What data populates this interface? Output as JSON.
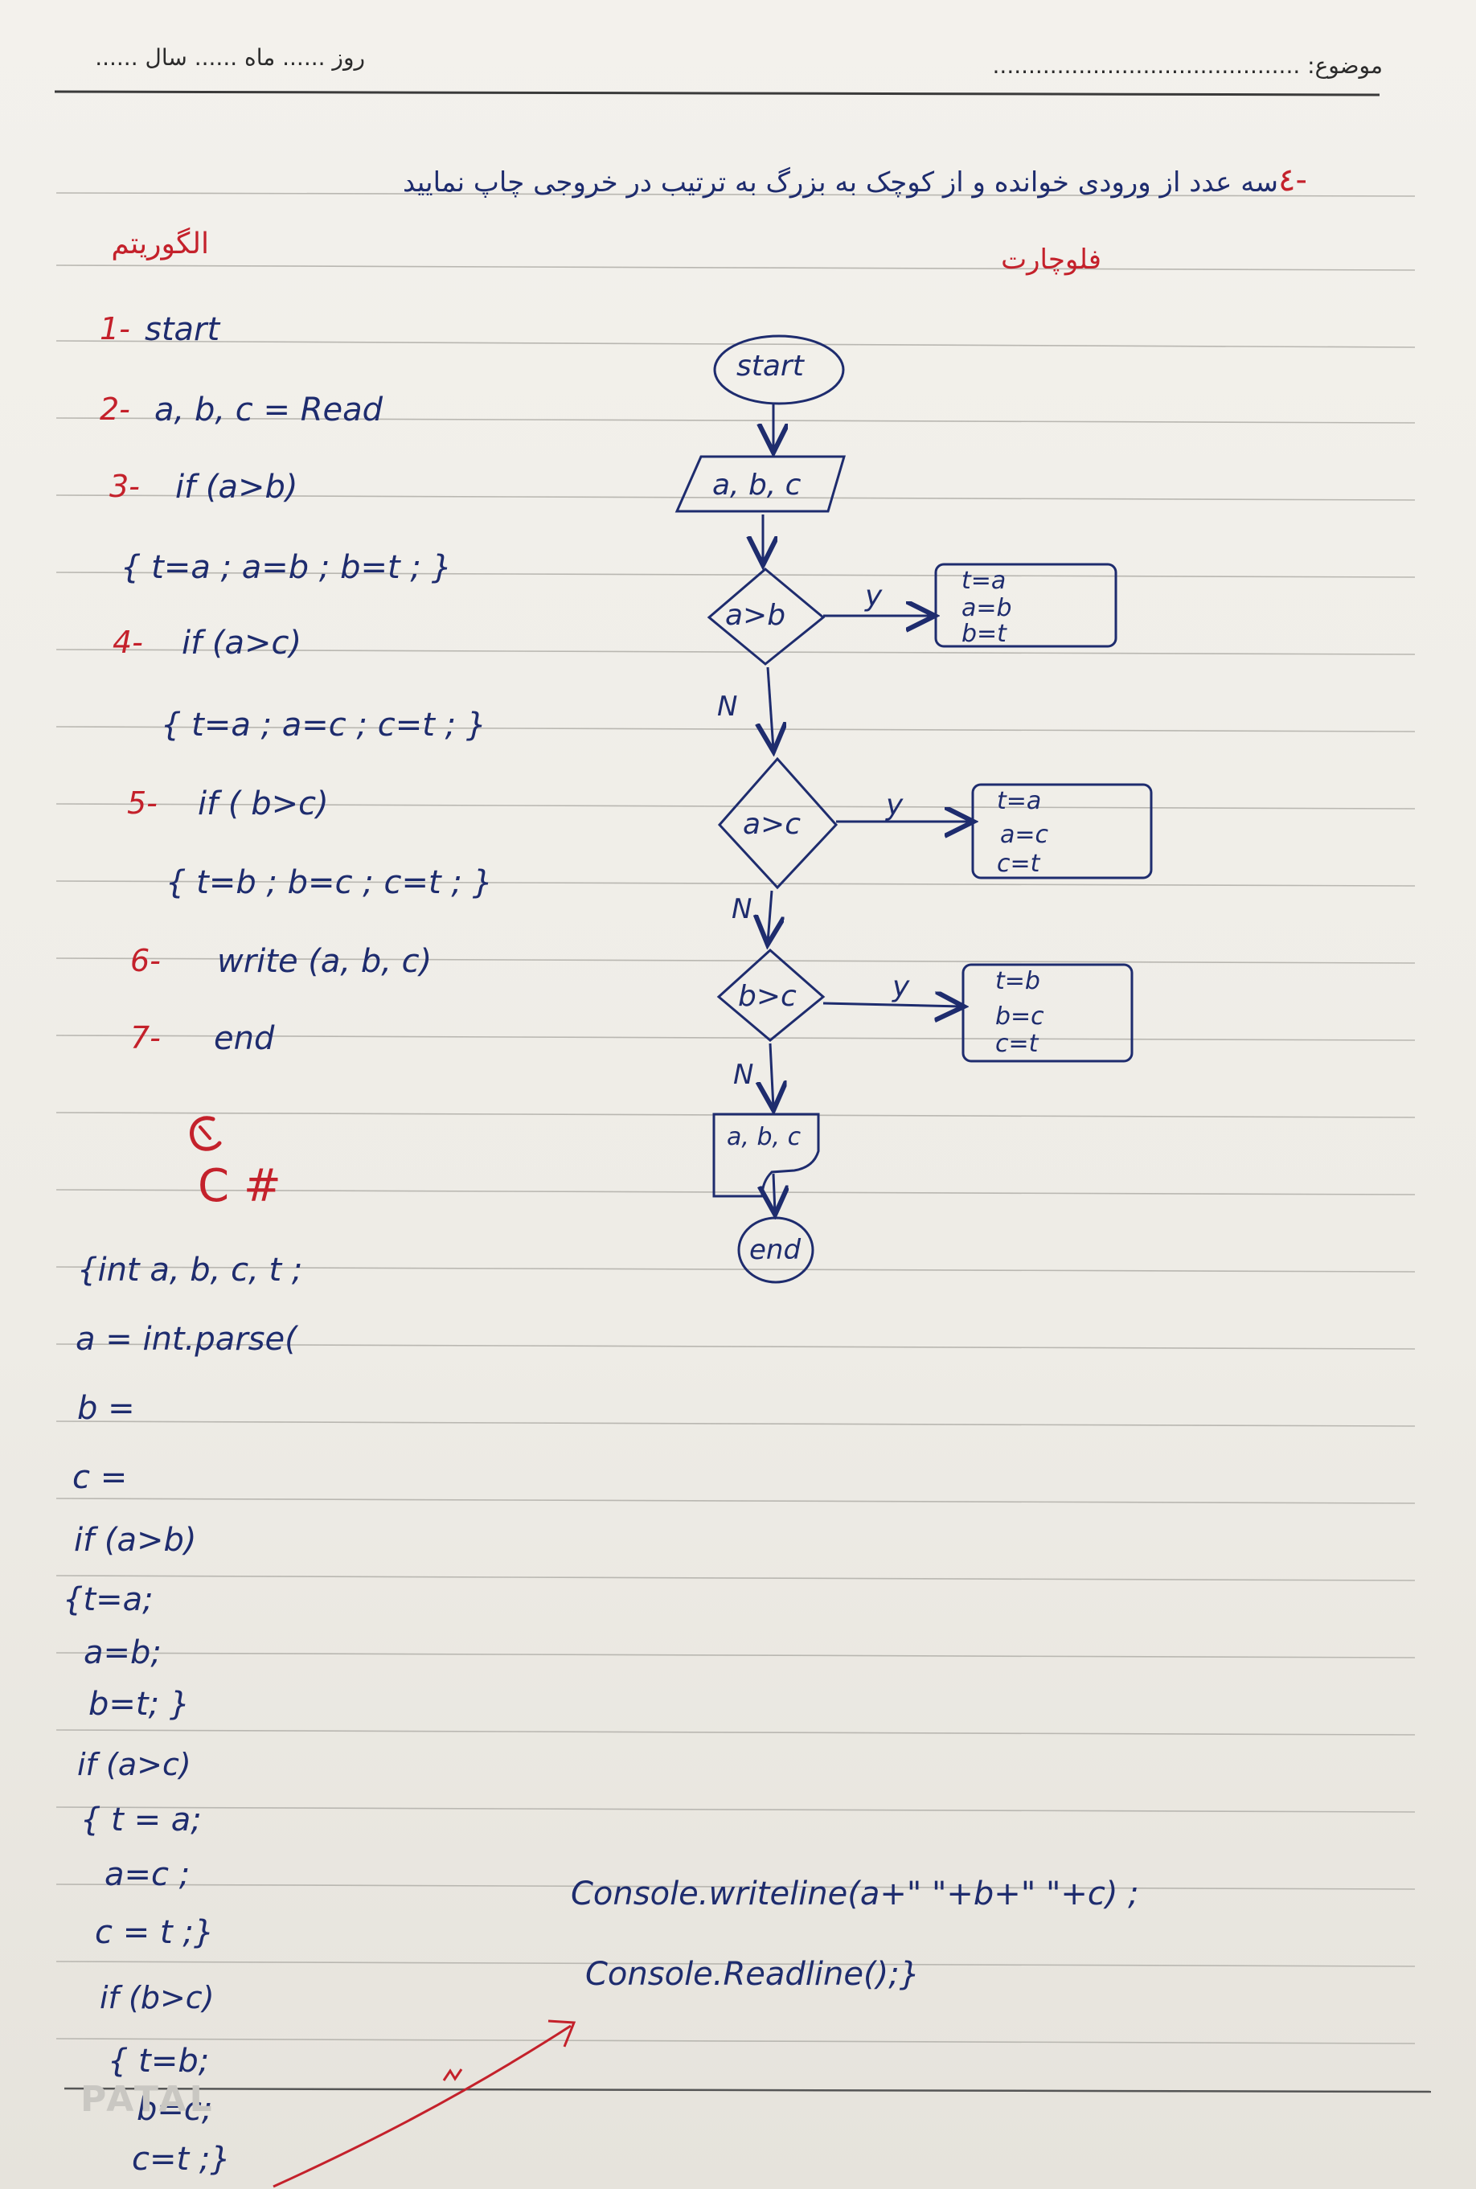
{
  "header": {
    "date_label": "روز ...... ماه ...... سال ......",
    "subject_label": "موضوع: ..........................................."
  },
  "question": {
    "number": "٤-",
    "text": "سه عدد از ورودی خوانده و از کوچک به بزرگ به ترتیب در خروجی چاپ نمایید"
  },
  "headings": {
    "algorithm": "الگوریتم",
    "flowchart": "فلوچارت"
  },
  "algorithm": {
    "steps": [
      {
        "num": "1-",
        "text": "start"
      },
      {
        "num": "2-",
        "text": "a, b, c = Read"
      },
      {
        "num": "3-",
        "text": "if (a>b)"
      },
      {
        "num": "",
        "text": "{ t=a ; a=b ; b=t ; }"
      },
      {
        "num": "4-",
        "text": "if (a>c)"
      },
      {
        "num": "",
        "text": "{ t=a ; a=c ; c=t ; }"
      },
      {
        "num": "5-",
        "text": "if ( b>c)"
      },
      {
        "num": "",
        "text": "{ t=b ; b=c ; c=t ; }"
      },
      {
        "num": "6-",
        "text": "write (a, b, c)"
      },
      {
        "num": "7-",
        "text": "end"
      }
    ]
  },
  "csharp": {
    "title": "C #",
    "lines": [
      "{int a, b, c, t ;",
      "a = int.parse(",
      "b =",
      "c =",
      "if (a>b)",
      "{t=a;",
      "a=b;",
      "b=t; }",
      "if (a>c)",
      "{ t = a;",
      "a=c ;",
      "c = t ;}",
      "if (b>c)",
      "{ t=b;",
      "b=c;",
      "c=t ;}"
    ],
    "console_lines": [
      "Console.writeline(a+\" \"+b+\" \"+c) ;",
      "Console.Readline();}"
    ]
  },
  "flowchart": {
    "start": "start",
    "input": "a, b, c",
    "d1": "a>b",
    "d2": "a>c",
    "d3": "b>c",
    "yes": "y",
    "no": "N",
    "p1": [
      "t=a",
      "a=b",
      "b=t"
    ],
    "p2": [
      "t=a",
      "a=c",
      "c=t"
    ],
    "p3": [
      "t=b",
      "b=c",
      "c=t"
    ],
    "output": "a, b, c",
    "end": "end"
  },
  "colors": {
    "ink_blue": "#1e2c6e",
    "ink_red": "#c4212b",
    "paper": "#f1efe9"
  }
}
